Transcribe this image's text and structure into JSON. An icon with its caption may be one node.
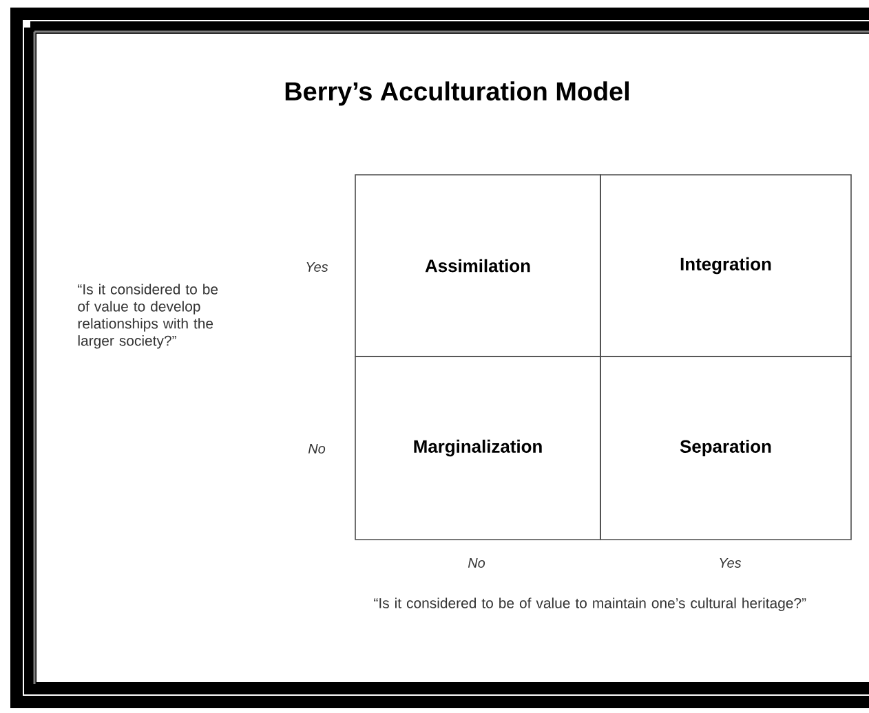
{
  "diagram": {
    "title": "Berry’s Acculturation Model",
    "nodes": [
      {
        "text": [
          "Assimilation"
        ]
      },
      {
        "text": [
          "Integration"
        ]
      },
      {
        "text": [
          "Marginalization"
        ]
      },
      {
        "text": [
          "Separation"
        ]
      }
    ],
    "edges": [],
    "labels": [
      "Yes",
      "“Is it considered to be of value to develop relationships with the larger society?”",
      "No",
      "No",
      "Yes",
      "“Is it considered to be of value to maintain one’s cultural heritage?”"
    ]
  }
}
